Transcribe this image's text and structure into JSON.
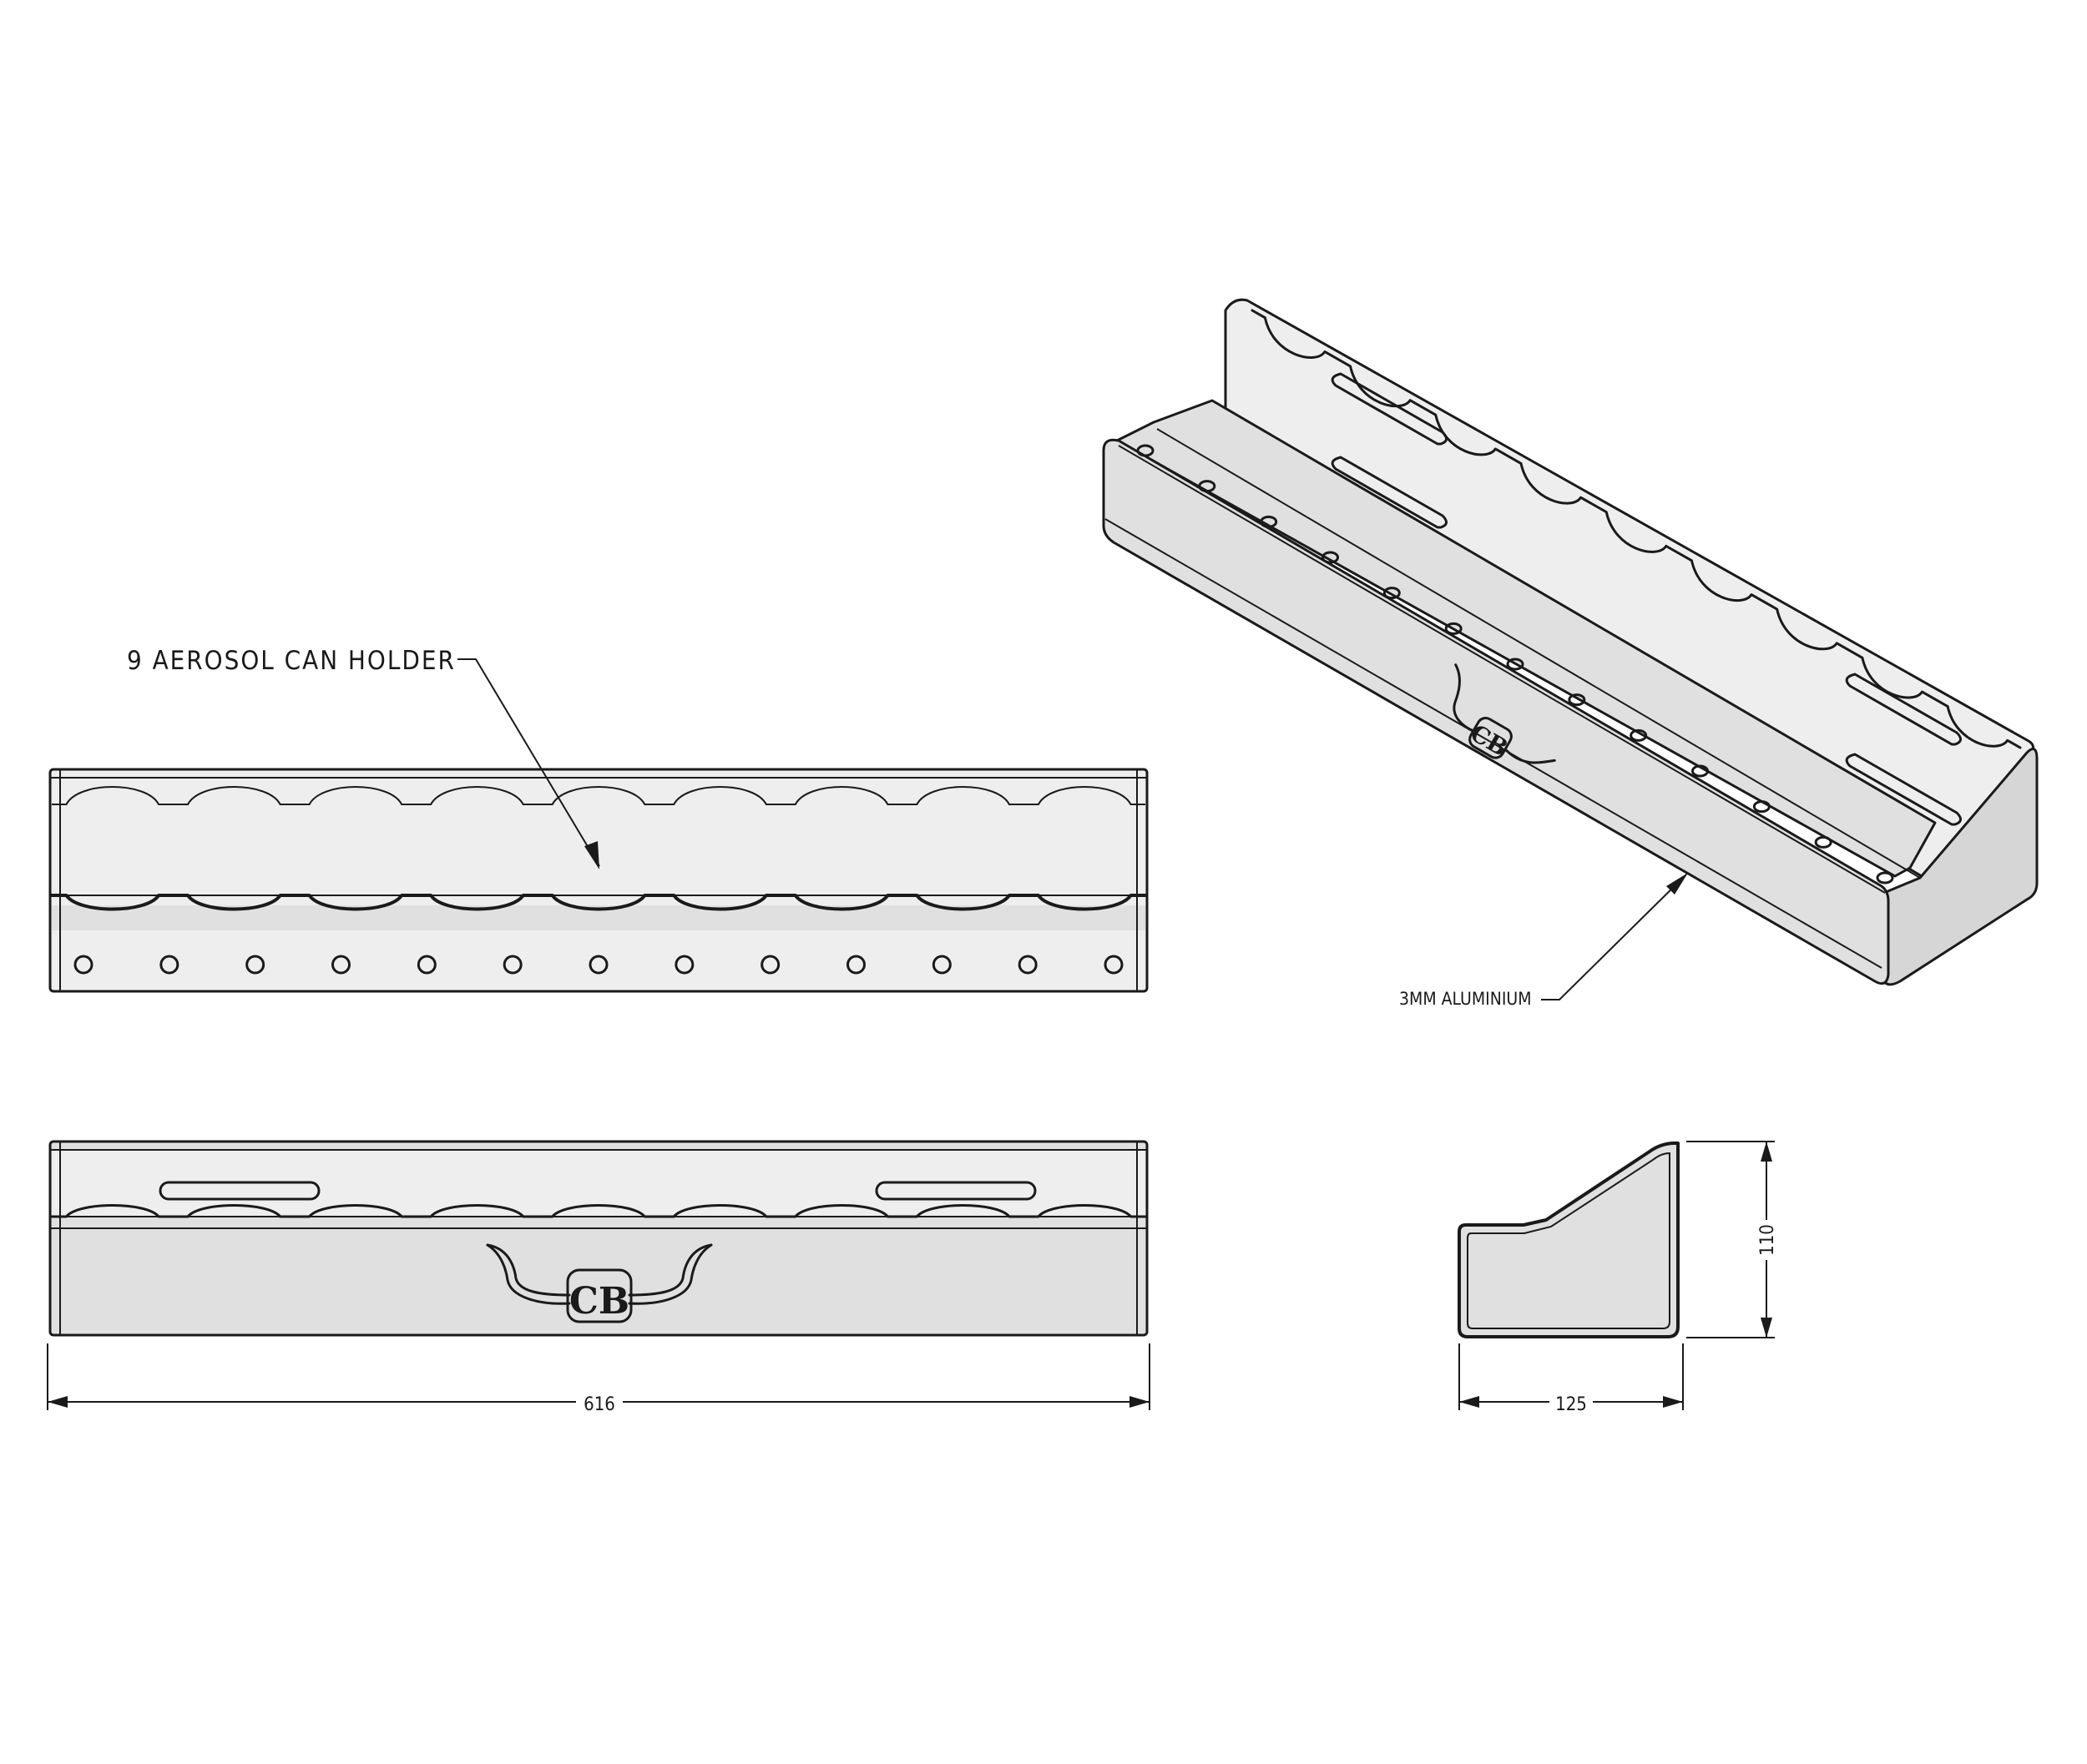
{
  "labels": {
    "title_callout": "9 AEROSOL CAN HOLDER",
    "material_callout": "3MM ALUMINIUM"
  },
  "dimensions": {
    "length": "616",
    "depth": "125",
    "height": "110"
  },
  "logo": {
    "lettering": "CB"
  },
  "part": {
    "can_count": 9,
    "mounting_hole_count": 13
  },
  "colors": {
    "line": "#1a1a1a",
    "face_light": "#eeeeee",
    "face_mid": "#e0e0e0",
    "face_dark": "#d6d6d6"
  }
}
